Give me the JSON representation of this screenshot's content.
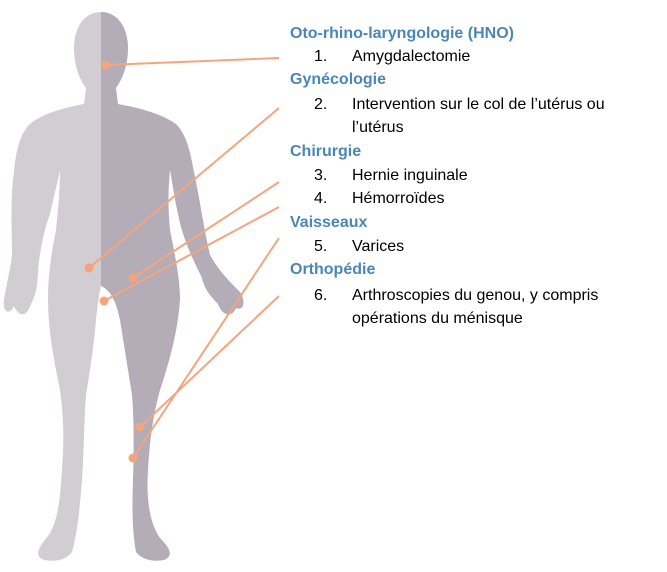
{
  "colors": {
    "category": "#4a86b8",
    "connector": "#f4a57e",
    "body_light": "#d2ccd3",
    "body_dark": "#b4acb6"
  },
  "categories": [
    {
      "name": "Oto-rhino-laryngologie (HNO)",
      "items": [
        {
          "num": "1.",
          "lines": [
            "Amygdalectomie"
          ]
        }
      ]
    },
    {
      "name": "Gynécologie",
      "items": [
        {
          "num": "2.",
          "lines": [
            "Intervention sur le col de l’utérus ou",
            "l’utérus"
          ]
        }
      ]
    },
    {
      "name": "Chirurgie",
      "items": [
        {
          "num": "3.",
          "lines": [
            "Hernie inguinale"
          ]
        },
        {
          "num": "4.",
          "lines": [
            "Hémorroïdes"
          ]
        }
      ]
    },
    {
      "name": "Vaisseaux",
      "items": [
        {
          "num": "5.",
          "lines": [
            "Varices"
          ]
        }
      ]
    },
    {
      "name": "Orthopédie",
      "items": [
        {
          "num": "6.",
          "lines": [
            "Arthroscopies du genou, y compris",
            "opérations du ménisque"
          ]
        }
      ]
    }
  ]
}
